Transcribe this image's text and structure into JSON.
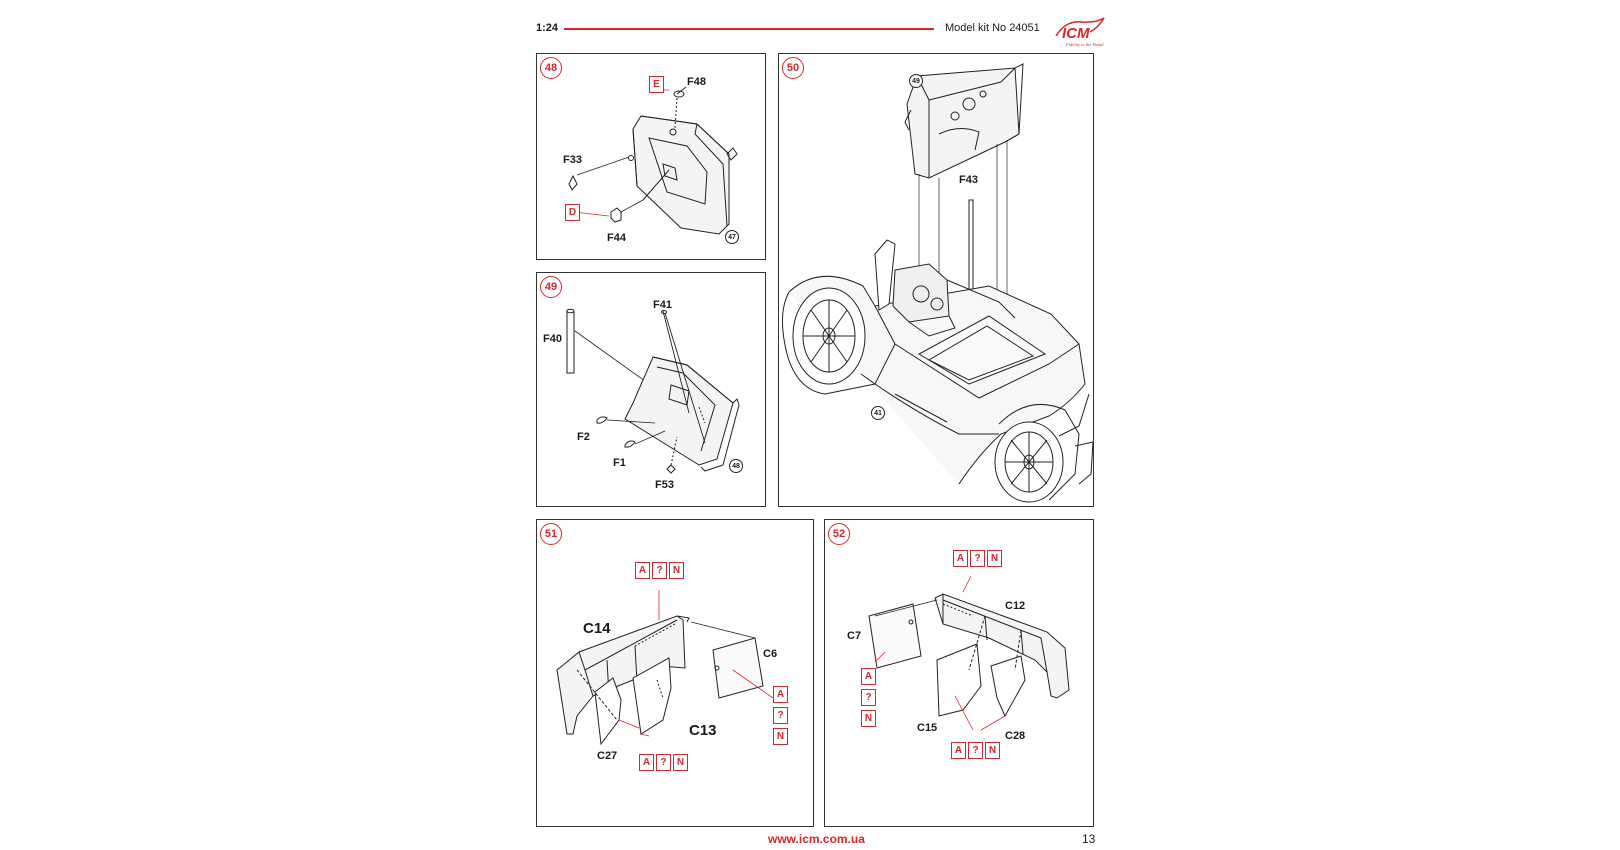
{
  "header": {
    "scale": "1:24",
    "kit_label": "Model kit No 24051",
    "logo_text": "ICM",
    "logo_tagline": "Fidelity to the Detail"
  },
  "footer": {
    "url": "www.icm.com.ua",
    "page_number": "13"
  },
  "colors": {
    "accent": "#d9262a",
    "line": "#333333"
  },
  "steps": {
    "s48": {
      "number": "48",
      "parts": {
        "f48": "F48",
        "f33": "F33",
        "f44": "F44"
      },
      "ref": "47",
      "colors": {
        "e": "E",
        "d": "D"
      }
    },
    "s49": {
      "number": "49",
      "parts": {
        "f41": "F41",
        "f40": "F40",
        "f2": "F2",
        "f1": "F1",
        "f53": "F53"
      },
      "ref": "48"
    },
    "s50": {
      "number": "50",
      "parts": {
        "f43": "F43"
      },
      "refs": {
        "top": "49",
        "bottom": "41"
      }
    },
    "s51": {
      "number": "51",
      "parts": {
        "c14": "C14",
        "c6": "C6",
        "c13": "C13",
        "c27": "C27"
      },
      "color_codes": [
        "A",
        "?",
        "N"
      ]
    },
    "s52": {
      "number": "52",
      "parts": {
        "c12": "C12",
        "c7": "C7",
        "c15": "C15",
        "c28": "C28"
      },
      "color_codes": [
        "A",
        "?",
        "N"
      ]
    }
  }
}
